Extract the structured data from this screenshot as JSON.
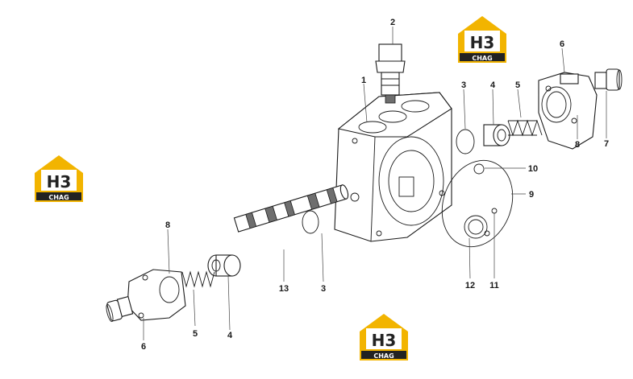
{
  "callouts": {
    "c1": "1",
    "c2": "2",
    "c3a": "3",
    "c4a": "4",
    "c5a": "5",
    "c6a": "6",
    "c7": "7",
    "c8a": "8",
    "c10": "10",
    "c9": "9",
    "c8b": "8",
    "c5b": "5",
    "c4b": "4",
    "c13": "13",
    "c3b": "3",
    "c12": "12",
    "c11": "11",
    "c6b": "6"
  },
  "logo": {
    "mark": "H3",
    "caption": "CHAG",
    "accent": "#f2b400"
  },
  "colors": {
    "line": "#1a1a1a",
    "background": "#ffffff"
  }
}
